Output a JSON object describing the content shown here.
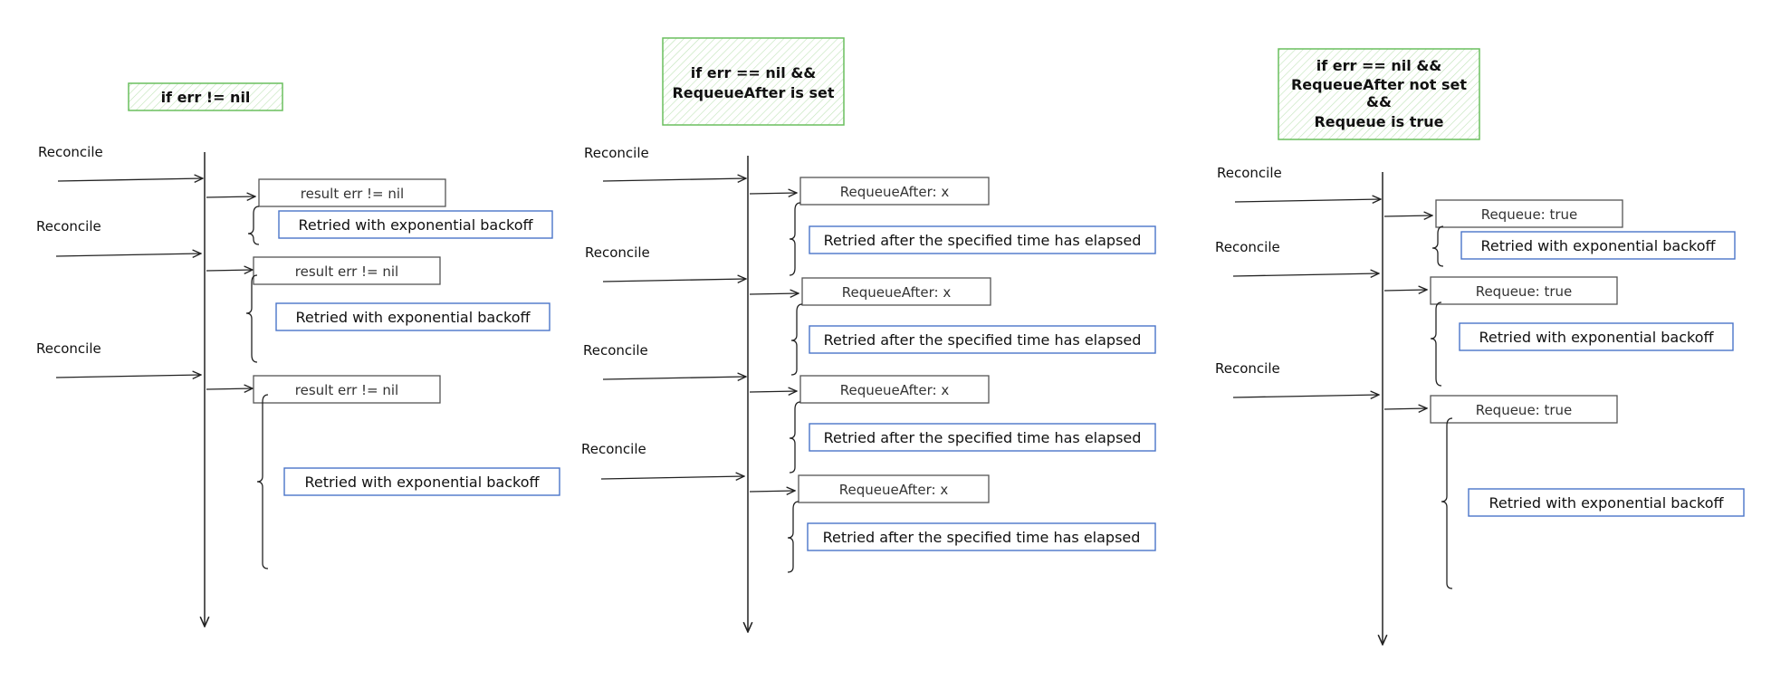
{
  "columns": [
    {
      "header_lines": [
        "if err != nil"
      ],
      "reconcile_labels": [
        "Reconcile",
        "Reconcile",
        "Reconcile"
      ],
      "result_labels": [
        "result err != nil",
        "result err != nil",
        "result err != nil"
      ],
      "retry_labels": [
        "Retried with exponential backoff",
        "Retried with exponential backoff",
        "Retried with exponential backoff"
      ]
    },
    {
      "header_lines": [
        "if err == nil &&",
        "RequeueAfter is set"
      ],
      "reconcile_labels": [
        "Reconcile",
        "Reconcile",
        "Reconcile",
        "Reconcile"
      ],
      "result_labels": [
        "RequeueAfter: x",
        "RequeueAfter: x",
        "RequeueAfter: x",
        "RequeueAfter: x"
      ],
      "retry_labels": [
        "Retried after the specified time has elapsed",
        "Retried after the specified time has elapsed",
        "Retried after the specified time has elapsed",
        "Retried after the specified time has elapsed"
      ]
    },
    {
      "header_lines": [
        "if err == nil &&",
        "RequeueAfter not set",
        "&&",
        "Requeue is true"
      ],
      "reconcile_labels": [
        "Reconcile",
        "Reconcile",
        "Reconcile"
      ],
      "result_labels": [
        "Requeue: true",
        "Requeue: true",
        "Requeue: true"
      ],
      "retry_labels": [
        "Retried with exponential backoff",
        "Retried with exponential backoff",
        "Retried with exponential backoff"
      ]
    }
  ],
  "colors": {
    "header_fill": "#d8efd3",
    "header_stroke": "#6abf5e",
    "retry_stroke": "#4a74c9",
    "result_stroke": "#555555",
    "line": "#222222"
  }
}
